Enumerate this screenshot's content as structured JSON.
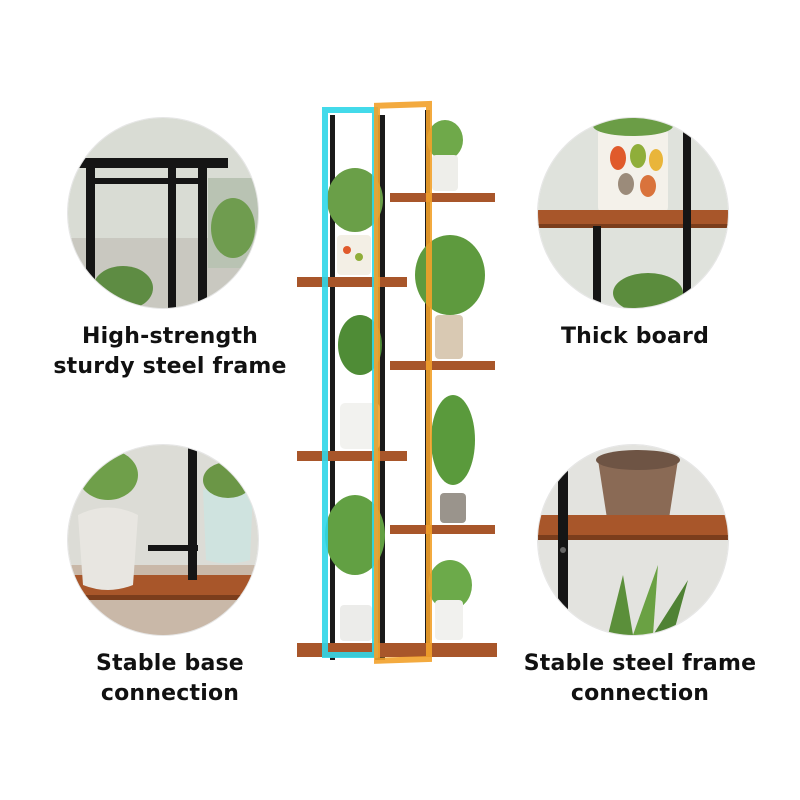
{
  "features": [
    {
      "line1": "High-strength",
      "line2": "sturdy steel frame"
    },
    {
      "line1": "Thick board",
      "line2": ""
    },
    {
      "line1": "Stable base",
      "line2": "connection"
    },
    {
      "line1": "Stable steel frame",
      "line2": "connection"
    }
  ],
  "colors": {
    "wood": "#a8562a",
    "steel": "#1a1a1a",
    "outline_cyan": "#2fd6e8",
    "outline_orange": "#f2a12a"
  }
}
